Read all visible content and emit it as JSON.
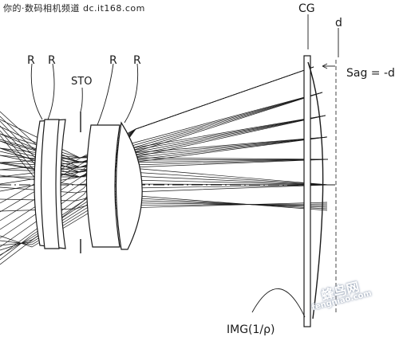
{
  "header": {
    "site": "你的·数码相机频道 dc.it168.com"
  },
  "labels": {
    "r1": "R",
    "r2": "R",
    "r3": "R",
    "r4": "R",
    "stop": "STO",
    "cover_glass": "CG",
    "distance": "d",
    "sag": "Sag = -d",
    "image": "IMG(1/ρ)"
  },
  "watermark": {
    "name": "蜂鸟网",
    "url": "fengniao.com"
  },
  "colors": {
    "line": "#1a1a1a",
    "background": "#ffffff",
    "watermark_shadow": "#9aa6b8"
  }
}
